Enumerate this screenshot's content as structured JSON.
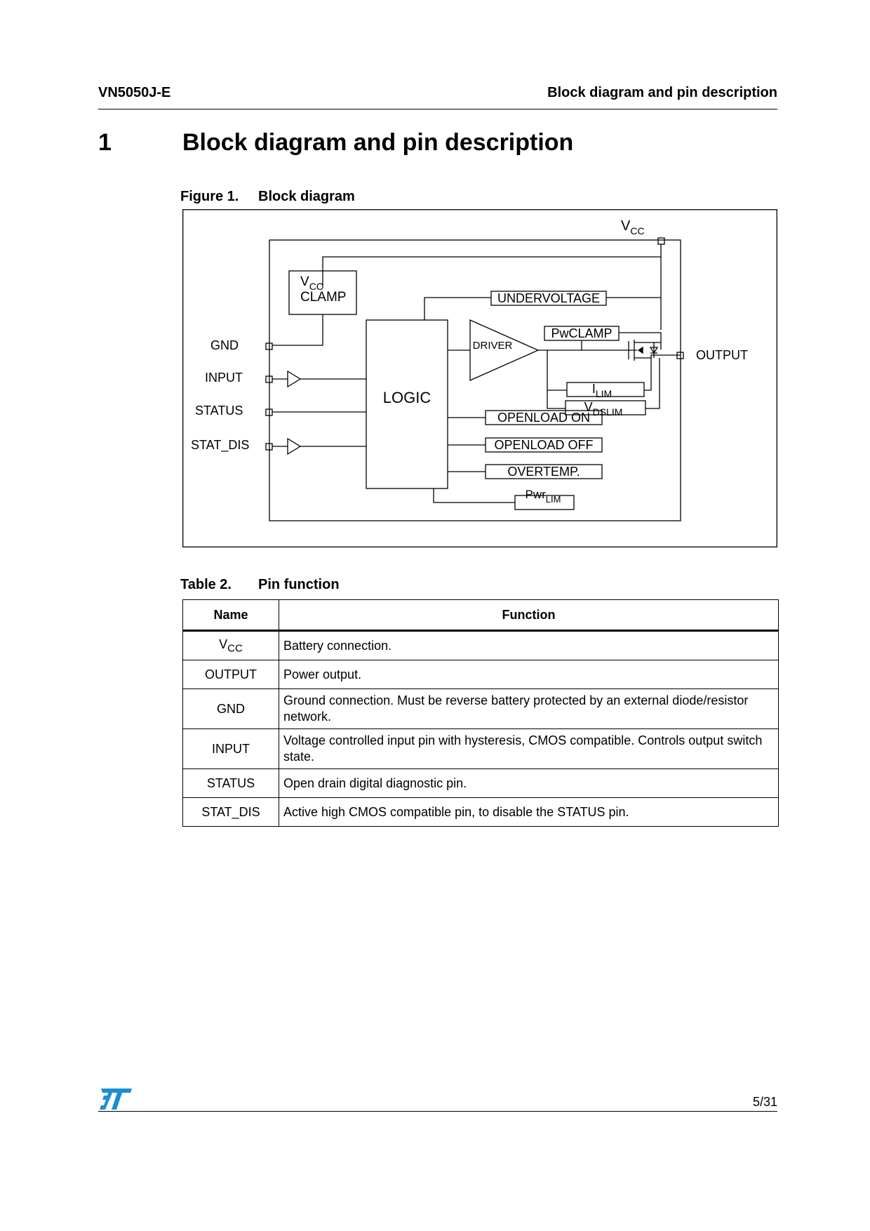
{
  "header": {
    "doc_id": "VN5050J-E",
    "section_title": "Block diagram and pin description"
  },
  "section": {
    "number": "1",
    "title": "Block diagram and pin description"
  },
  "figure": {
    "label": "Figure 1.",
    "caption": "Block diagram",
    "blocks": {
      "vcc_top": "V",
      "vcc_top_sub": "CC",
      "clamp_v": "V",
      "clamp_sub": "CC",
      "clamp_text": "CLAMP",
      "undervoltage": "UNDERVOLTAGE",
      "pwclamp": "PwCLAMP",
      "driver": "DRIVER",
      "logic": "LOGIC",
      "ilim": "I",
      "ilim_sub": "LIM",
      "vdslim": "V",
      "vdslim_sub": "DSLIM",
      "openload_on": "OPENLOAD ON",
      "openload_off": "OPENLOAD OFF",
      "overtemp": "OVERTEMP.",
      "pwrlim": "Pwr",
      "pwrlim_sub": "LIM",
      "gnd": "GND",
      "input": "INPUT",
      "status": "STATUS",
      "stat_dis": "STAT_DIS",
      "output": "OUTPUT"
    }
  },
  "table": {
    "label": "Table 2.",
    "caption": "Pin function",
    "headers": {
      "name": "Name",
      "function": "Function"
    },
    "rows": [
      {
        "name": "V",
        "name_sub": "CC",
        "function": "Battery connection."
      },
      {
        "name": "OUTPUT",
        "function": "Power output."
      },
      {
        "name": "GND",
        "function": "Ground connection. Must be reverse battery protected by an external diode/resistor network."
      },
      {
        "name": "INPUT",
        "function": "Voltage controlled input pin with hysteresis, CMOS compatible. Controls output switch state."
      },
      {
        "name": "STATUS",
        "function": "Open drain digital  diagnostic pin."
      },
      {
        "name": "STAT_DIS",
        "function": "Active high CMOS compatible  pin, to disable the STATUS pin."
      }
    ]
  },
  "footer": {
    "page": "5/31",
    "logo_color": "#1a8fd0"
  }
}
